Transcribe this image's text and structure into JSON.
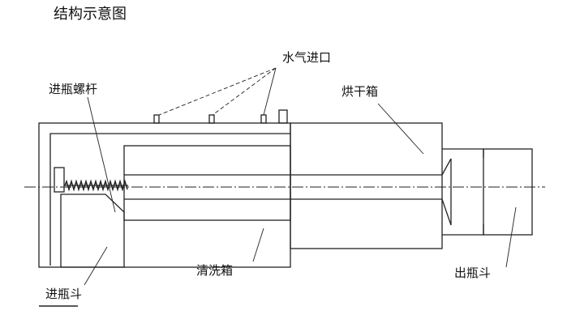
{
  "title": "结构示意图",
  "labels": {
    "water_gas_inlet": "水气进口",
    "infeed_screw": "进瓶螺杆",
    "drying_box": "烘干箱",
    "washing_box": "清洗箱",
    "outfeed_hopper": "出瓶斗",
    "infeed_hopper": "进瓶斗"
  },
  "colors": {
    "line": "#222222",
    "background": "#ffffff"
  }
}
